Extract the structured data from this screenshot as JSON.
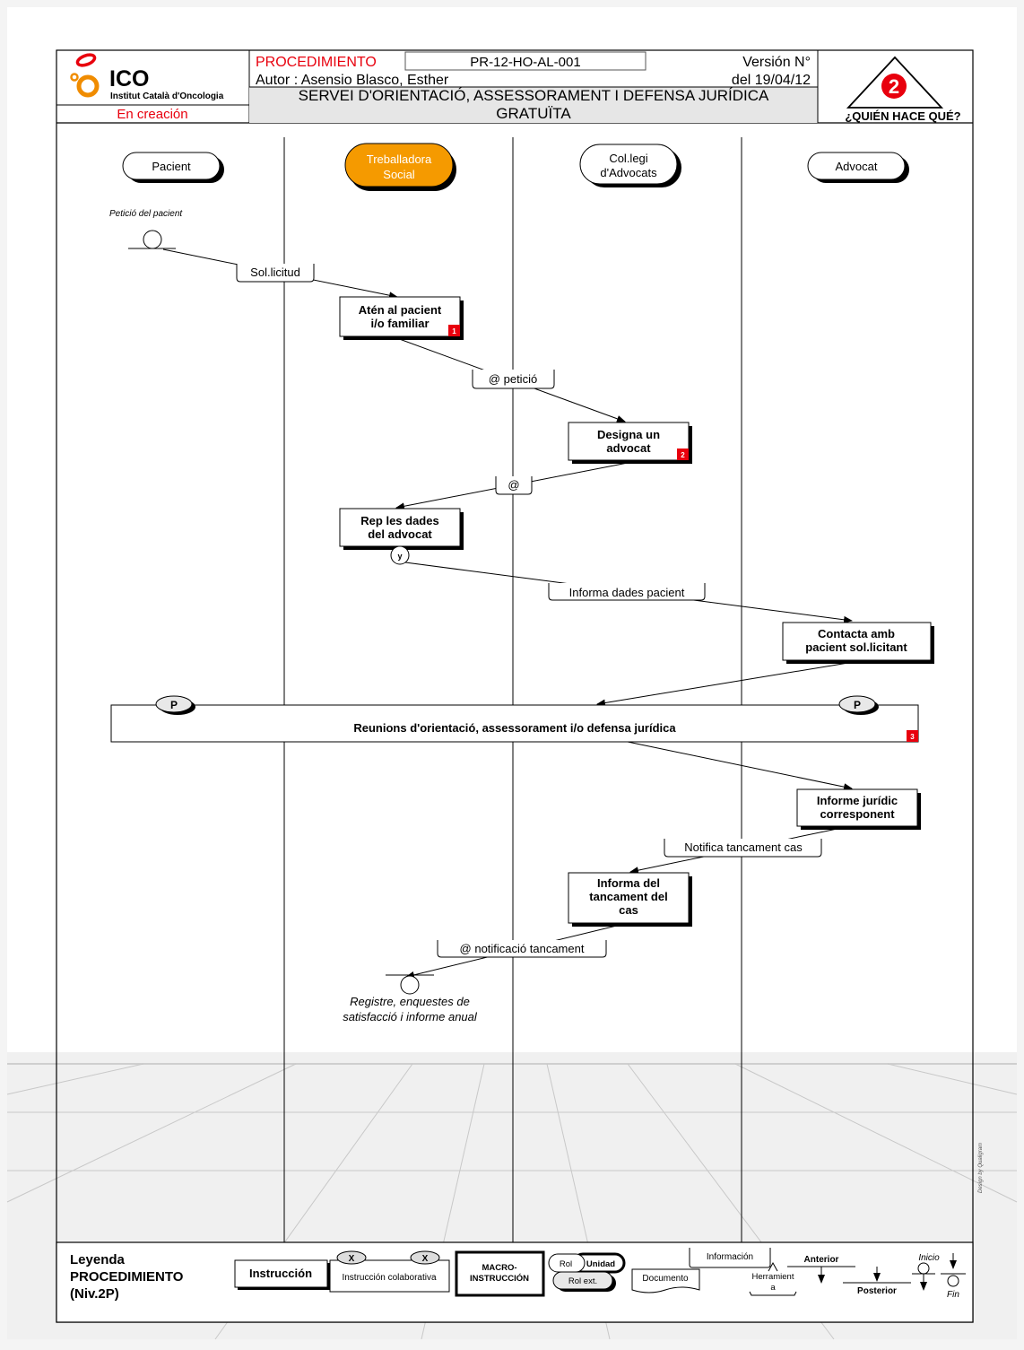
{
  "header": {
    "logo_text": "ICO",
    "logo_subtitle": "Institut Català d'Oncologia",
    "status": "En creación",
    "procedure_label": "PROCEDIMIENTO",
    "procedure_code": "PR-12-HO-AL-001",
    "version_label": "Versión N°",
    "author": "Autor : Asensio Blasco, Esther",
    "date": "del 19/04/12",
    "title_line1": "SERVEI D'ORIENTACIÓ, ASSESSORAMENT I DEFENSA JURÍDICA",
    "title_line2": "GRATUÏTA",
    "level_number": "2",
    "level_caption": "¿QUIÉN HACE QUÉ?",
    "accent_red": "#e8000d"
  },
  "lanes": [
    {
      "id": "pacient",
      "label": "Pacient"
    },
    {
      "id": "treballadora",
      "label_line1": "Treballadora",
      "label_line2": "Social",
      "highlight_color": "#f59a00"
    },
    {
      "id": "collegi",
      "label_line1": "Col.legi",
      "label_line2": "d'Advocats"
    },
    {
      "id": "advocat",
      "label": "Advocat"
    }
  ],
  "flow": {
    "start_event": "Petició del pacient",
    "msg_sollicitud": "Sol.licitud",
    "task1_line1": "Atén al pacient",
    "task1_line2": "i/o familiar",
    "task1_badge": "1",
    "msg_peticio": "@ petició",
    "task2_line1": "Designa un",
    "task2_line2": "advocat",
    "task2_badge": "2",
    "msg_at": "@",
    "task3_line1": "Rep les dades",
    "task3_line2": "del advocat",
    "gateway_y": "y",
    "msg_informa": "Informa dades pacient",
    "task4_line1": "Contacta amb",
    "task4_line2": "pacient sol.licitant",
    "macro_participant_left": "P",
    "macro_participant_right": "P",
    "macro_label": "Reunions d'orientació, assessorament i/o defensa jurídica",
    "macro_badge": "3",
    "task5_line1": "Informe jurídic",
    "task5_line2": "corresponent",
    "msg_notifica": "Notifica tancament cas",
    "task6_line1": "Informa del",
    "task6_line2": "tancament del",
    "task6_line3": "cas",
    "msg_notificacio": "@ notificació tancament",
    "end_line1": "Registre, enquestes de",
    "end_line2": "satisfacció i informe anual",
    "watermark": "Design by Qualigram"
  },
  "legend": {
    "title_line1": "Leyenda",
    "title_line2": "PROCEDIMIENTO",
    "title_line3": "(Niv.2P)",
    "instruccion": "Instrucción",
    "collab_x1": "X",
    "collab_x2": "X",
    "collab_label": "Instrucción colaborativa",
    "macro_line1": "MACRO-",
    "macro_line2": "INSTRUCCIÓN",
    "rol": "Rol",
    "unidad": "Unidad",
    "rol_ext": "Rol ext.",
    "documento": "Documento",
    "informacion": "Información",
    "herramienta_line1": "Herramient",
    "herramienta_line2": "a",
    "anterior": "Anterior",
    "posterior": "Posterior",
    "inicio": "Inicio",
    "fin": "Fin"
  }
}
